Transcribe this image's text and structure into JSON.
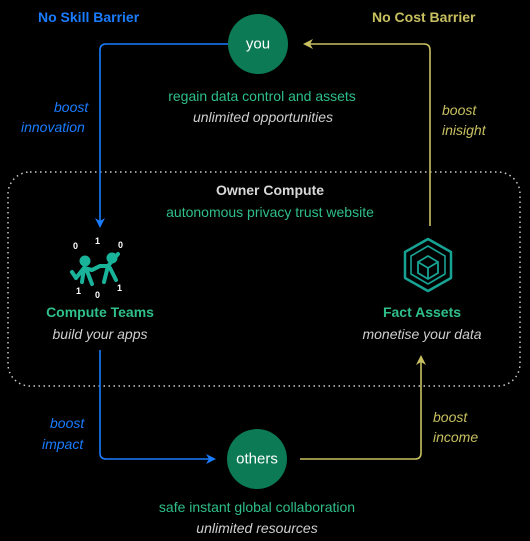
{
  "barriers": {
    "left": "No Skill Barrier",
    "right": "No Cost Barrier"
  },
  "nodes": {
    "you": {
      "label": "you",
      "line1": "regain data control and assets",
      "line2": "unlimited opportunities"
    },
    "others": {
      "label": "others",
      "line1": "safe instant global collaboration",
      "line2": "unlimited resources"
    },
    "owner": {
      "title": "Owner Compute",
      "subtitle": "autonomous privacy trust website"
    },
    "compute_teams": {
      "title": "Compute Teams",
      "subtitle": "build your apps",
      "digits": [
        "0",
        "1",
        "0",
        "1",
        "0",
        "1"
      ]
    },
    "fact_assets": {
      "title": "Fact Assets",
      "subtitle": "monetise your data"
    }
  },
  "edges": {
    "boost_innovation": [
      "boost",
      "innovation"
    ],
    "boost_insight": [
      "boost",
      "inisight"
    ],
    "boost_impact": [
      "boost",
      "impact"
    ],
    "boost_income": [
      "boost",
      "income"
    ]
  },
  "colors": {
    "background": "#000000",
    "node_fill": "#0b7a55",
    "green_text": "#2fbf8a",
    "blue": "#1a7cff",
    "olive": "#c8c060",
    "teal_icon": "#16a394"
  }
}
